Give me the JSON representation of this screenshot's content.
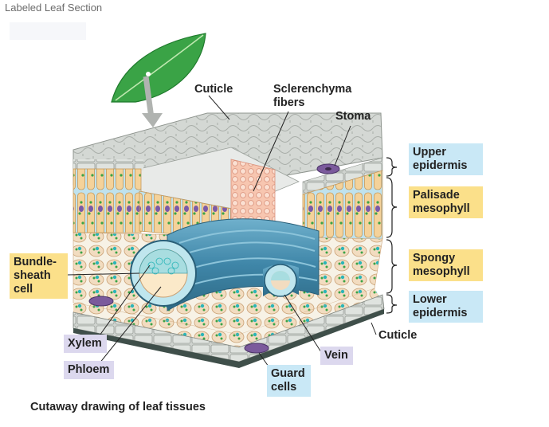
{
  "page_title": "Labeled Leaf Section",
  "labels": {
    "cuticle_top": "Cuticle",
    "sclerenchyma": "Sclerenchyma fibers",
    "stoma": "Stoma",
    "upper_epidermis": "Upper epidermis",
    "palisade": "Palisade mesophyll",
    "spongy": "Spongy mesophyll",
    "lower_epidermis": "Lower epidermis",
    "cuticle_bottom": "Cuticle",
    "bundle_sheath": "Bundle-sheath cell",
    "xylem": "Xylem",
    "phloem": "Phloem",
    "vein": "Vein",
    "guard_cells": "Guard cells"
  },
  "caption": "Cutaway drawing of leaf tissues",
  "colors": {
    "label_blue": "#c9e8f6",
    "label_yellow": "#fbe08a",
    "label_lavender": "#dcd8ee",
    "leaf_green": "#3aa346",
    "cuticle_gray": "#c4c8c4",
    "palisade": "#f4d29a",
    "vein_blue": "#4d8fae",
    "stoma_purple": "#7b5a9c"
  }
}
